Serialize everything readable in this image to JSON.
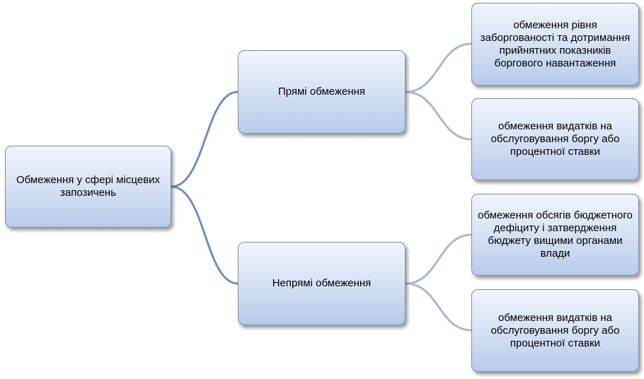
{
  "diagram": {
    "root": {
      "label": "Обмеження  у сфері місцевих запозичень"
    },
    "branches": [
      {
        "label": "Прямі обмеження",
        "children": [
          {
            "label": "обмеження рівня заборгованості та дотримання прийнятних показників боргового навантаження"
          },
          {
            "label": "обмеження видатків на обслуговування боргу або процентної ставки"
          }
        ]
      },
      {
        "label": "Непрямі обмеження",
        "children": [
          {
            "label": "обмеження обсягів бюджетного дефіциту і затвердження бюджету вищими органами влади"
          },
          {
            "label": "обмеження видатків на обслуговування боргу або процентної ставки"
          }
        ]
      }
    ],
    "colors": {
      "root_connector": "#6f8ebd",
      "leaf_connector": "#a7b9d7",
      "node_border": "#7f8e9f"
    }
  }
}
